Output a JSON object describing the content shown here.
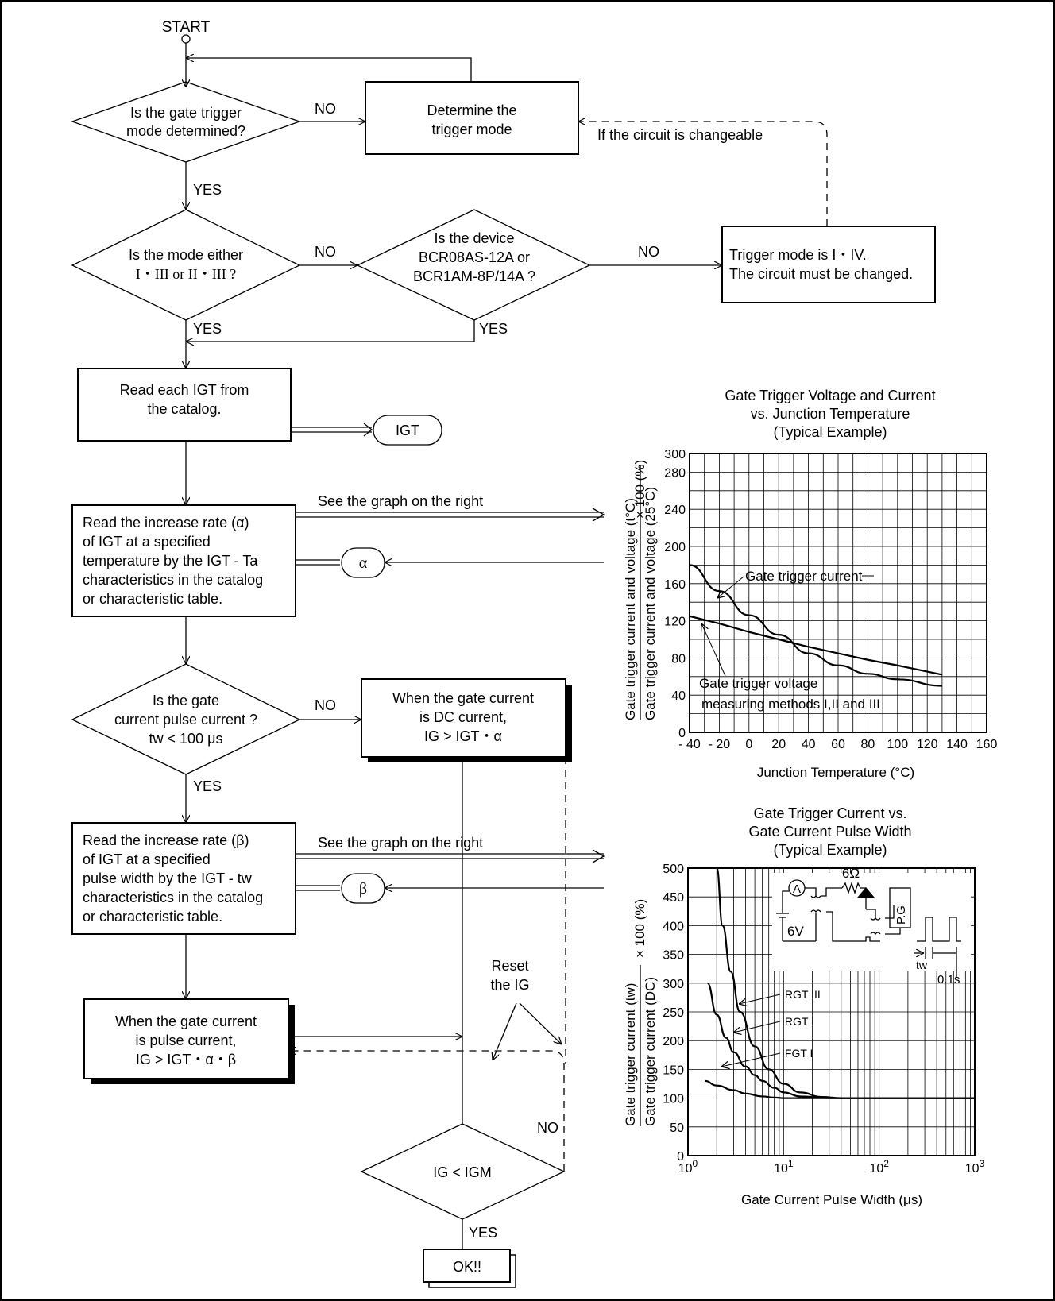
{
  "flow": {
    "start": "START",
    "q1": [
      "Is the gate trigger",
      "mode determined?"
    ],
    "determine": [
      "Determine the",
      "trigger mode"
    ],
    "changeable": "If the circuit is changeable",
    "q2": [
      "Is the mode either",
      "I・III or II・III ?"
    ],
    "q3": [
      "Is the device",
      "BCR08AS-12A or",
      "BCR1AM-8P/14A ?"
    ],
    "mode14": [
      "Trigger mode is I・IV.",
      "The circuit must be changed."
    ],
    "read_igt": [
      "Read each IGT from",
      "the catalog."
    ],
    "igt_term": "IGT",
    "read_alpha": [
      "Read the increase rate (α)",
      "of IGT at a specified",
      "temperature by the IGT - Ta",
      "characteristics in the catalog",
      "or characteristic table."
    ],
    "alpha": "α",
    "see_graph_1": "See the graph on the right",
    "q4": [
      "Is the gate",
      "current pulse current ?",
      "tw < 100 μs"
    ],
    "dc_box": [
      "When the gate current",
      "is DC current,",
      "IG > IGT・α"
    ],
    "read_beta": [
      "Read the increase rate (β)",
      "of IGT at a specified",
      "pulse width by the IGT - tw",
      "characteristics in the catalog",
      "or characteristic table."
    ],
    "beta": "β",
    "see_graph_2": "See the graph on the right",
    "pulse_box": [
      "When the gate current",
      "is pulse current,",
      "IG > IGT・α・β"
    ],
    "reset": [
      "Reset",
      "the IG"
    ],
    "q5": "IG < IGM",
    "ok": "OK!!",
    "yes": "YES",
    "no": "NO"
  },
  "chart_data": [
    {
      "type": "line",
      "title": [
        "Gate Trigger Voltage and Current",
        "vs. Junction Temperature",
        "(Typical Example)"
      ],
      "xlabel": "Junction Temperature (°C)",
      "ylabel": [
        "Gate trigger current and voltage (t°C)",
        "Gate trigger current and voltage (25°C)",
        "× 100 (%)"
      ],
      "xlim": [
        -40,
        160
      ],
      "ylim": [
        0,
        300
      ],
      "xticks": [
        "- 40",
        "- 20",
        "0",
        "20",
        "40",
        "60",
        "80",
        "100",
        "120",
        "140",
        "160"
      ],
      "yticks": [
        "0",
        "40",
        "80",
        "120",
        "160",
        "200",
        "240",
        "280",
        "300"
      ],
      "grid": true,
      "series": [
        {
          "name": "Gate trigger current",
          "x": [
            -40,
            -20,
            0,
            20,
            40,
            60,
            80,
            100,
            130
          ],
          "y": [
            180,
            152,
            126,
            105,
            85,
            72,
            63,
            57,
            50
          ]
        },
        {
          "name": "Gate trigger voltage measuring methods I,II and III",
          "x": [
            -40,
            -20,
            0,
            20,
            40,
            60,
            80,
            100,
            130
          ],
          "y": [
            125,
            117,
            108,
            100,
            92,
            85,
            78,
            72,
            62
          ]
        }
      ],
      "annotations": [
        "Gate trigger current",
        "Gate trigger voltage",
        "measuring methods I,II and III"
      ]
    },
    {
      "type": "line",
      "title": [
        "Gate Trigger Current vs.",
        "Gate Current Pulse Width",
        "(Typical Example)"
      ],
      "xlabel": "Gate Current Pulse Width (μs)",
      "ylabel": [
        "Gate trigger current (tw)",
        "Gate trigger current (DC)",
        "× 100 (%)"
      ],
      "xscale": "log",
      "xlim": [
        1,
        1000
      ],
      "ylim": [
        0,
        500
      ],
      "xticks": [
        "10^0",
        "10^1",
        "10^2",
        "10^3"
      ],
      "yticks": [
        "0",
        "50",
        "100",
        "150",
        "200",
        "250",
        "300",
        "350",
        "400",
        "450",
        "500"
      ],
      "grid": true,
      "series": [
        {
          "name": "IRGT III",
          "x": [
            2,
            2.3,
            2.8,
            3.5,
            5,
            7,
            10,
            15,
            25,
            40,
            1000
          ],
          "y": [
            500,
            400,
            320,
            250,
            190,
            150,
            125,
            110,
            102,
            100,
            100
          ]
        },
        {
          "name": "IRGT I",
          "x": [
            1.6,
            2,
            2.5,
            3,
            4,
            5,
            6,
            8,
            10,
            15,
            30,
            1000
          ],
          "y": [
            300,
            245,
            205,
            180,
            155,
            140,
            130,
            118,
            110,
            103,
            100,
            100
          ]
        },
        {
          "name": "IFGT I",
          "x": [
            1.5,
            2,
            3,
            4,
            6,
            8,
            10,
            1000
          ],
          "y": [
            130,
            122,
            114,
            108,
            103,
            101,
            100,
            100
          ]
        }
      ],
      "circuit": {
        "source": "6V",
        "meter": "A",
        "resistor": "6Ω",
        "generator": "P.G",
        "tw": "tw",
        "period": "0.1s"
      }
    }
  ]
}
